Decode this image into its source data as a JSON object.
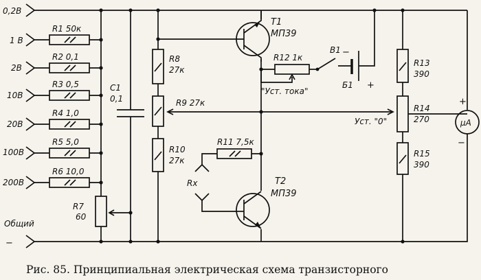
{
  "inputs": [
    {
      "label": "0,2В"
    },
    {
      "label": "1 В",
      "resistor": "R1 50к"
    },
    {
      "label": "2В",
      "resistor": "R2 0,1"
    },
    {
      "label": "10В",
      "resistor": "R3 0,5"
    },
    {
      "label": "20В",
      "resistor": "R4 1,0"
    },
    {
      "label": "100В",
      "resistor": "R5 5,0"
    },
    {
      "label": "200В",
      "resistor": "R6 10,0"
    }
  ],
  "common": {
    "label": "Общий"
  },
  "r7": {
    "name": "R7",
    "value": "60"
  },
  "c1": {
    "name": "C1",
    "value": "0,1"
  },
  "r8": {
    "name": "R8",
    "value": "27к"
  },
  "r9": {
    "label": "R9 27к"
  },
  "r10": {
    "name": "R10",
    "value": "27к"
  },
  "r11": {
    "label": "R11 7,5к"
  },
  "rx": {
    "label": "Rx"
  },
  "t1": {
    "name": "T1",
    "type": "МП39"
  },
  "t2": {
    "name": "T2",
    "type": "МП39"
  },
  "r12": {
    "label": "R12 1к",
    "adjust": "\"Уст. тока\""
  },
  "b1": {
    "label": "В1"
  },
  "battery": {
    "label": "Б1",
    "minus": "−",
    "plus": "+"
  },
  "r13": {
    "name": "R13",
    "value": "390"
  },
  "r14": {
    "name": "R14",
    "value": "270",
    "adjust": "Уст. \"0\""
  },
  "r15": {
    "name": "R15",
    "value": "390"
  },
  "meter": {
    "label": "μA",
    "plus": "+",
    "minus": "−"
  },
  "caption": "Рис. 85. Принципиальная электрическая схема транзисторного"
}
